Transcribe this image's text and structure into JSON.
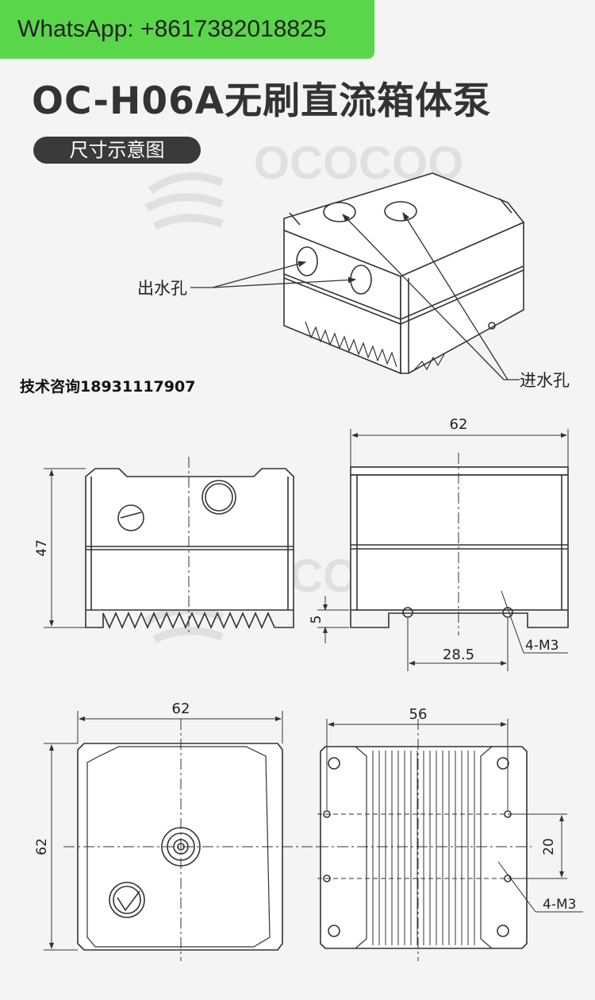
{
  "whatsapp": "WhatsApp: +8617382018825",
  "title": "OC-H06A无刷直流箱体泵",
  "section_label": "尺寸示意图",
  "consult": "技术咨询18931117907",
  "watermark": "OCOCOO",
  "iso_view": {
    "outlet_label": "出水孔",
    "inlet_label": "进水孔"
  },
  "front_view": {
    "height_dim": "47"
  },
  "side_view": {
    "width_dim": "62",
    "base_dim": "5",
    "hole_spacing_dim": "28.5",
    "hole_label": "4-M3"
  },
  "top_view": {
    "width_dim": "62",
    "height_dim": "62"
  },
  "bottom_view": {
    "width_dim": "56",
    "hole_spacing_dim": "20",
    "hole_label": "4-M3"
  }
}
